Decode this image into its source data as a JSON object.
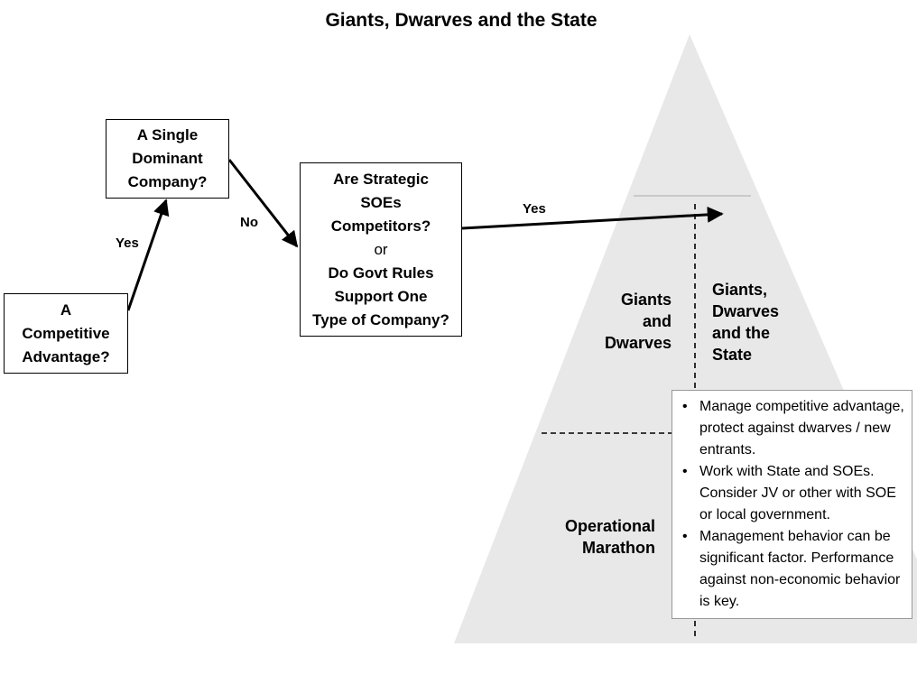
{
  "title": "Giants, Dwarves and the State",
  "boxes": {
    "competitive_advantage": [
      "A",
      "Competitive",
      "Advantage?"
    ],
    "single_dominant": [
      "A Single",
      "Dominant",
      "Company?"
    ],
    "strategic_soes": {
      "lines_top": [
        "Are Strategic",
        "SOEs",
        "Competitors?"
      ],
      "or": "or",
      "lines_bottom": [
        "Do Govt Rules",
        "Support One",
        "Type of Company?"
      ]
    }
  },
  "edge_labels": {
    "yes_1": "Yes",
    "no": "No",
    "yes_2": "Yes"
  },
  "pyramid": {
    "left_tier": [
      "Giants",
      "and",
      "Dwarves"
    ],
    "right_tier": [
      "Giants,",
      "Dwarves",
      "and the",
      "State"
    ],
    "bottom_tier": [
      "Operational",
      "Marathon"
    ],
    "fill_color": "#e8e8e8"
  },
  "notes": [
    "Manage competitive advantage, protect against dwarves / new entrants.",
    "Work with State and SOEs. Consider JV or other with SOE or local government.",
    "Management behavior can be significant factor. Performance against non-economic behavior is key."
  ]
}
